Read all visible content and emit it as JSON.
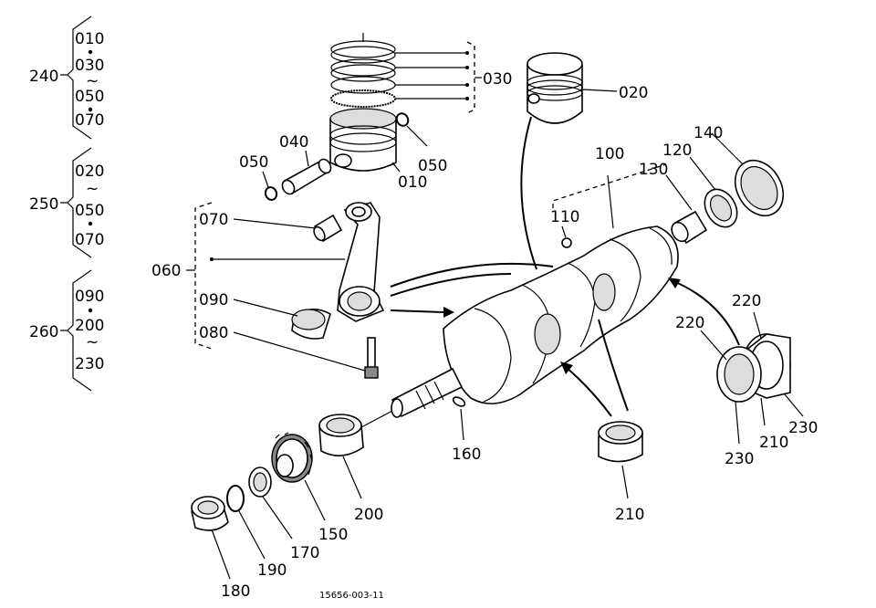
{
  "groups": {
    "g240": {
      "ref": "240",
      "items": [
        "010",
        "030",
        "050",
        "070"
      ]
    },
    "g250": {
      "ref": "250",
      "items": [
        "020",
        "050",
        "070"
      ]
    },
    "g260": {
      "ref": "260",
      "items": [
        "090",
        "200",
        "230"
      ]
    }
  },
  "labels": {
    "p010": "010",
    "p020": "020",
    "p030": "030",
    "p040": "040",
    "p050a": "050",
    "p050b": "050",
    "p060": "060",
    "p070": "070",
    "p080": "080",
    "p090": "090",
    "p100": "100",
    "p110": "110",
    "p120": "120",
    "p130": "130",
    "p140": "140",
    "p150": "150",
    "p160": "160",
    "p170": "170",
    "p180": "180",
    "p190": "190",
    "p200": "200",
    "p210a": "210",
    "p210b": "210",
    "p220a": "220",
    "p220b": "220",
    "p230a": "230",
    "p230b": "230"
  },
  "drawing_number": "15656-003-11"
}
